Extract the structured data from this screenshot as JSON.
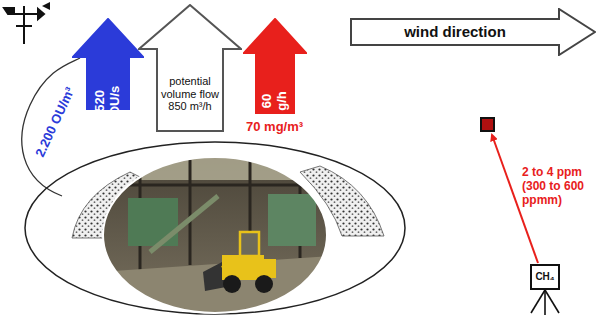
{
  "diagram": {
    "nodes": [
      {
        "text": [
          "520 OU/s"
        ]
      },
      {
        "text": [
          "potential volume flow 850 m³/h"
        ]
      },
      {
        "text": [
          "60 g/h"
        ]
      },
      {
        "text": [
          "wind direction"
        ]
      },
      {
        "text": [
          "CH₄"
        ]
      }
    ],
    "labels": [
      "2.200 OU/m³",
      "70 mg/m³",
      "2 to 4 ppm (300 to 600 ppmm)"
    ]
  }
}
